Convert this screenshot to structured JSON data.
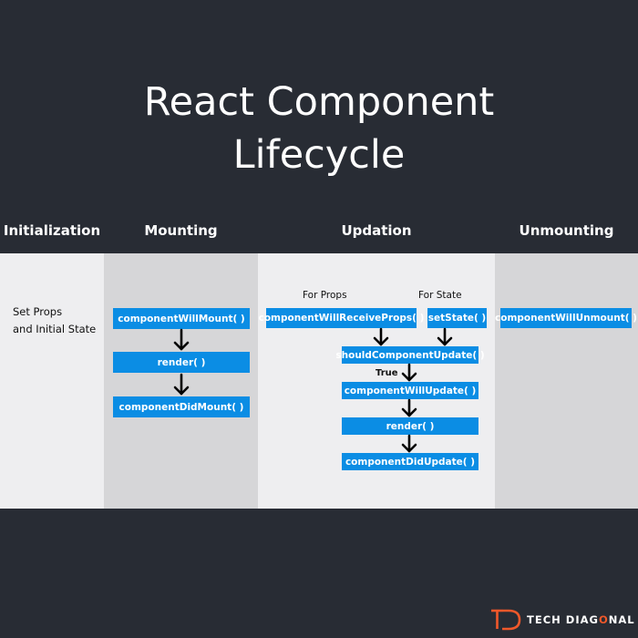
{
  "title": {
    "line1": "React Component",
    "line2": "Lifecycle"
  },
  "phases": {
    "initialization": "Initialization",
    "mounting": "Mounting",
    "updation": "Updation",
    "unmounting": "Unmounting"
  },
  "initialization": {
    "line1": "Set Props",
    "line2": "and Initial State"
  },
  "mounting": {
    "will_mount": "componentWillMount( )",
    "render": "render( )",
    "did_mount": "componentDidMount( )"
  },
  "updation": {
    "for_props": "For Props",
    "for_state": "For State",
    "will_receive_props": "componentWillReceiveProps( )",
    "set_state": "setState( )",
    "should_update": "shouldComponentUpdate( )",
    "true_label": "True",
    "will_update": "componentWillUpdate( )",
    "render": "render( )",
    "did_update": "componentDidUpdate( )"
  },
  "unmounting": {
    "will_unmount": "componentWillUnmount( )"
  },
  "logo": {
    "text_1": "TECH DIAG",
    "text_2": "O",
    "text_3": "NAL"
  },
  "colors": {
    "background": "#282c34",
    "box": "#0b8de4",
    "accent": "#f0582a"
  }
}
